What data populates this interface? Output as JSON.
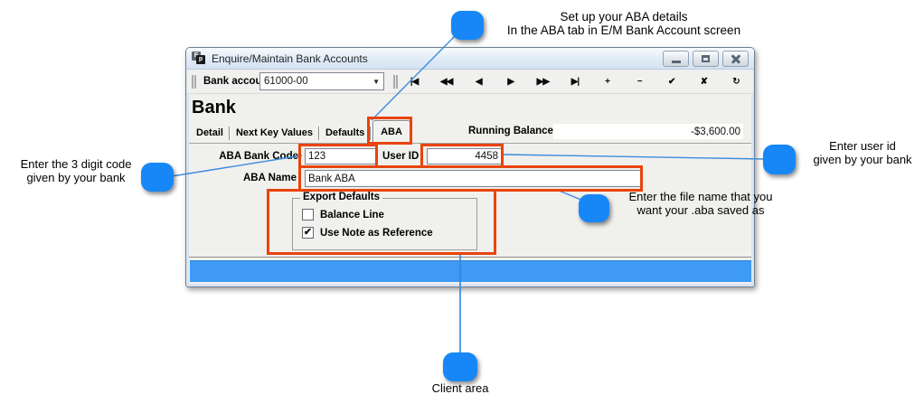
{
  "colors": {
    "highlight_red": "#E8440D",
    "callout_blue": "#1787F7",
    "status_bar_blue": "#3E9AF5",
    "annotation_line_blue": "#3C8BDD"
  },
  "window": {
    "title": "Enquire/Maintain Bank Accounts",
    "heading": "Bank"
  },
  "toolbar": {
    "bank_account_label": "Bank account",
    "bank_account_value": "61000-00",
    "nav": [
      {
        "name": "first",
        "glyph": "|◀"
      },
      {
        "name": "fast-rewind",
        "glyph": "◀◀"
      },
      {
        "name": "previous",
        "glyph": "◀"
      },
      {
        "name": "next",
        "glyph": "▶"
      },
      {
        "name": "fast-forward",
        "glyph": "▶▶"
      },
      {
        "name": "last",
        "glyph": "▶|"
      },
      {
        "name": "add",
        "glyph": "+"
      },
      {
        "name": "remove",
        "glyph": "−"
      },
      {
        "name": "accept",
        "glyph": "✔"
      },
      {
        "name": "cancel",
        "glyph": "✘"
      },
      {
        "name": "refresh",
        "glyph": "↻"
      }
    ]
  },
  "tabs": [
    {
      "label": "Detail",
      "active": false
    },
    {
      "label": "Next Key Values",
      "active": false
    },
    {
      "label": "Defaults",
      "active": false
    },
    {
      "label": "ABA",
      "active": true
    }
  ],
  "fields": {
    "running_balance": {
      "label": "Running Balance",
      "value": "-$3,600.00"
    },
    "aba_bank_code": {
      "label": "ABA Bank Code",
      "value": "123"
    },
    "user_id": {
      "label": "User ID",
      "value": "4458"
    },
    "aba_name": {
      "label": "ABA Name",
      "value": "Bank ABA"
    }
  },
  "export_defaults": {
    "legend": "Export Defaults",
    "options": [
      {
        "label": "Balance Line",
        "checked": false,
        "glyph": ""
      },
      {
        "label": "Use Note as Reference",
        "checked": true,
        "glyph": "✔"
      }
    ]
  },
  "annotations": {
    "aba_tab": {
      "line1": "Set up your ABA details",
      "line2": "In the ABA tab in E/M Bank Account screen"
    },
    "bank_code": {
      "line1": "Enter the 3 digit code",
      "line2": "given by your bank"
    },
    "user_id": {
      "line1": "Enter user id",
      "line2": "given by your bank"
    },
    "aba_name": {
      "line1": "Enter the file name that you",
      "line2": "want your .aba saved as"
    },
    "client_area": {
      "line1": "Client area"
    }
  }
}
